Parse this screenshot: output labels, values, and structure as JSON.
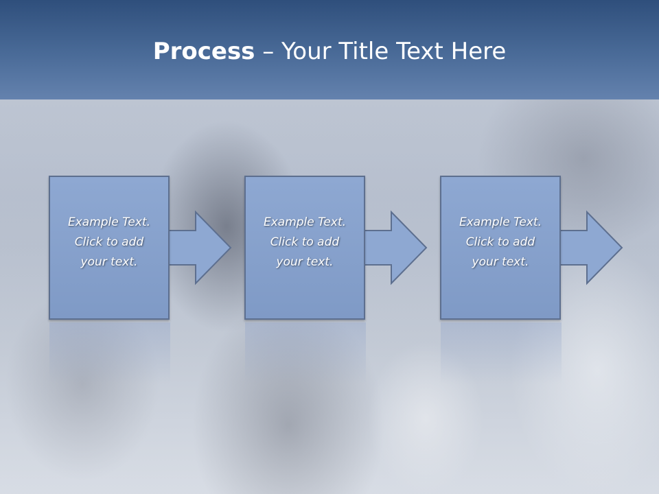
{
  "title": {
    "bold": "Process",
    "rest": " – Your Title Text Here"
  },
  "steps": [
    {
      "text": "Example Text.\nClick  to add\nyour text."
    },
    {
      "text": "Example Text.\nClick  to add\nyour text."
    },
    {
      "text": "Example Text.\nClick  to add\nyour text."
    }
  ],
  "colors": {
    "box_fill": "#8ea8d2",
    "box_border": "#5d6f8f",
    "title_band": "#3f5f8c",
    "text": "#ffffff"
  }
}
